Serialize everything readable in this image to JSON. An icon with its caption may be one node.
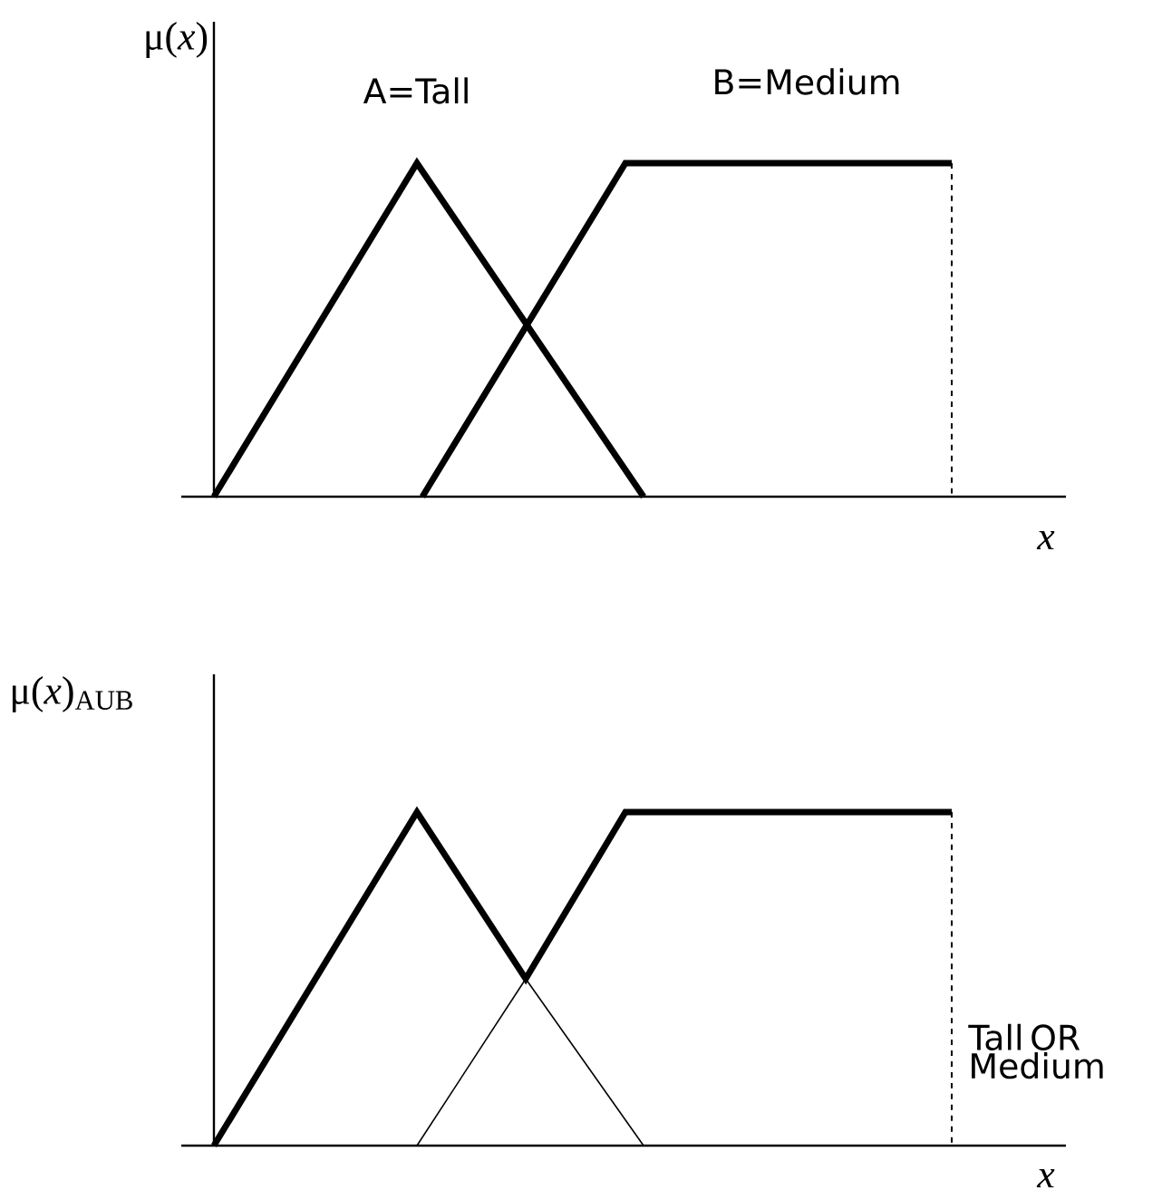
{
  "diagram": {
    "labels": [
      "μ(*x*)",
      "A=Tall",
      "B=Medium",
      "x",
      "μ(*x*)$_{AUB}$",
      "Tall OR Medium",
      "x"
    ]
  }
}
